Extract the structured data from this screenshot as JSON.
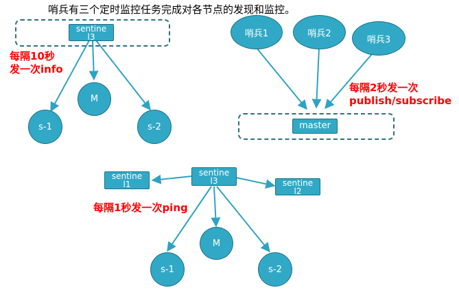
{
  "title": "哨兵有三个定时监控任务完成对各节点的发现和监控。",
  "diagram": {
    "top_left": {
      "sentinel": {
        "line1": "sentine",
        "line2": "l3"
      },
      "master": "M",
      "slave1": "s-1",
      "slave2": "s-2",
      "note_line1": "每隔10秒",
      "note_line2": "发一次info"
    },
    "top_right": {
      "sentinel1": "哨兵1",
      "sentinel2": "哨兵2",
      "sentinel3": "哨兵3",
      "master": "master",
      "note_line1": "每隔2秒发一次",
      "note_line2": "publish/subscribe"
    },
    "bottom": {
      "sentinel_left": {
        "line1": "sentine",
        "line2": "l1"
      },
      "sentinel_center": {
        "line1": "sentine",
        "line2": "l3"
      },
      "sentinel_right": {
        "line1": "sentine",
        "line2": "l2"
      },
      "master": "M",
      "slave1": "s-1",
      "slave2": "s-2",
      "note": "每隔1秒发一次ping"
    }
  },
  "colors": {
    "node_fill": "#31a9c6",
    "node_border": "#1d6f86",
    "edge": "#2ea3c2",
    "note": "#ff0000",
    "group_border": "#2f6f80"
  }
}
